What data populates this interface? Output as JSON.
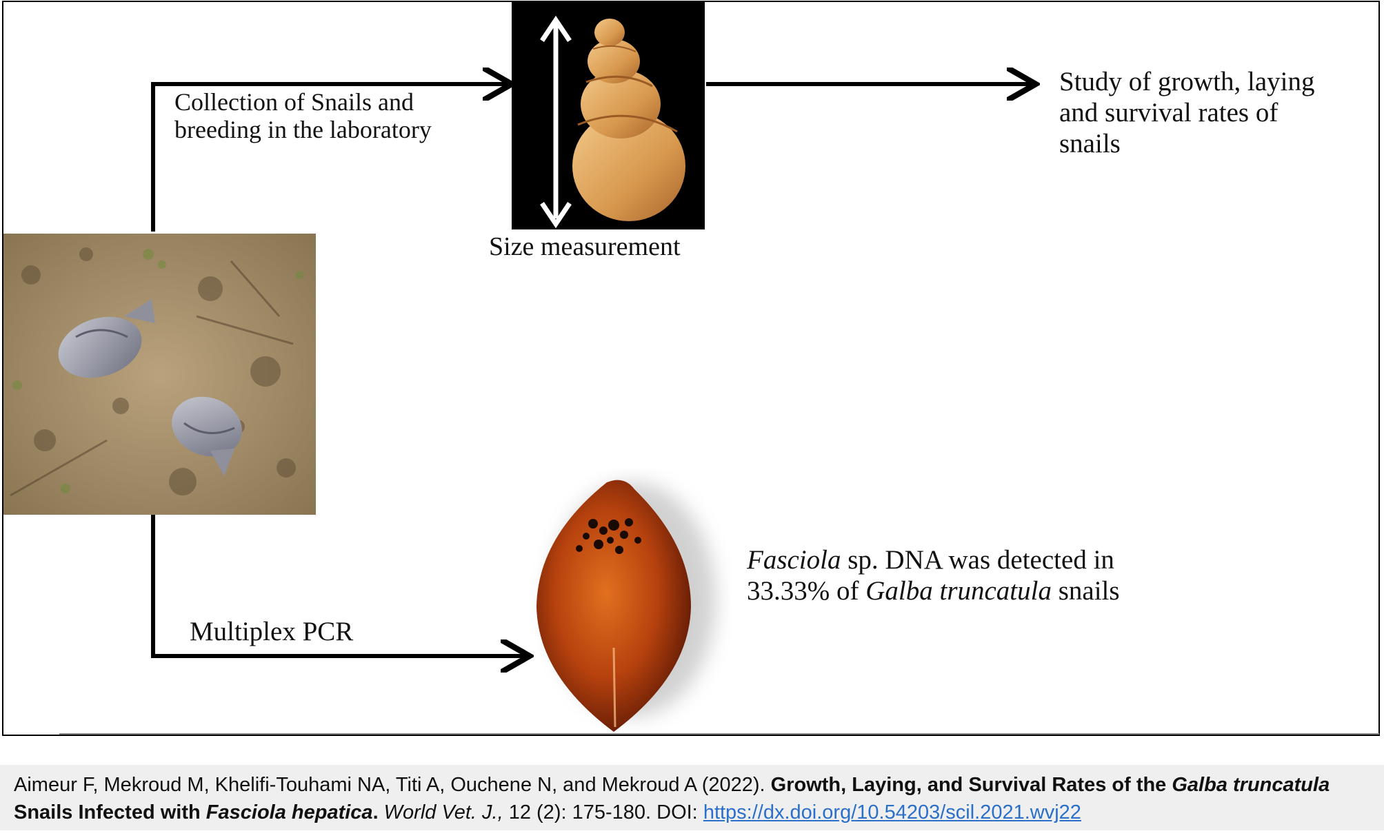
{
  "diagram": {
    "collection_text": [
      "Collection of Snails and",
      "breeding in the laboratory"
    ],
    "size_text": "Size measurement",
    "study_text": [
      "Study of growth, laying",
      "and survival rates of",
      "snails"
    ],
    "pcr_text": "Multiplex PCR",
    "result": {
      "line1_genus": "Fasciola",
      "line1_rest": " sp. DNA was detected in",
      "line2_pre": "33.33% of ",
      "line2_species": "Galba truncatula",
      "line2_post": " snails"
    }
  },
  "citation": {
    "authors": "Aimeur F, Mekroud M, Khelifi-Touhami NA, Titi A, Ouchene N, and Mekroud A (2022). ",
    "title_a": "Growth, Laying, and Survival Rates of the ",
    "title_species": "Galba truncatula",
    "title_b": " Snails Infected with ",
    "title_parasite": "Fasciola hepatica",
    "title_end": ".",
    "journal": " World Vet. J.,",
    "volume": " 12 (2): 175-180. DOI: ",
    "doi": "https://dx.doi.org/10.54203/scil.2021.wvj22"
  },
  "colors": {
    "frame": "#000000",
    "arrow": "#000000",
    "citation_bg": "#efefef",
    "link": "#2a6fc9"
  }
}
